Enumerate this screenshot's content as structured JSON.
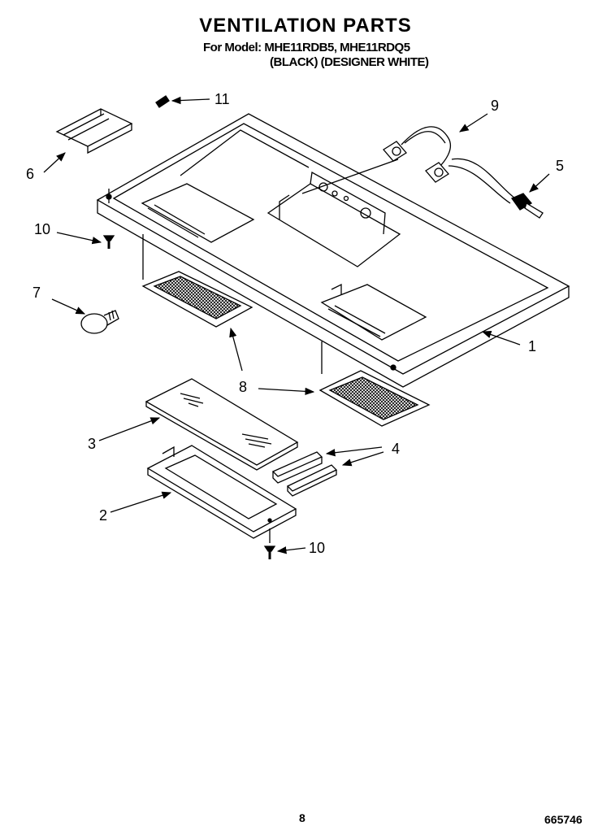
{
  "header": {
    "title": "VENTILATION PARTS",
    "model_line": "For Model: MHE11RDB5, MHE11RDQ5",
    "variant_line": "(BLACK) (DESIGNER WHITE)"
  },
  "callouts": [
    "1",
    "2",
    "3",
    "4",
    "5",
    "6",
    "7",
    "8",
    "9",
    "10",
    "11"
  ],
  "callout_labels": {
    "c1": "1",
    "c2": "2",
    "c3": "3",
    "c4": "4",
    "c5": "5",
    "c6": "6",
    "c7": "7",
    "c8": "8",
    "c9": "9",
    "c10a": "10",
    "c10b": "10",
    "c11": "11"
  },
  "footer": {
    "page": "8",
    "doc_number": "665746"
  }
}
